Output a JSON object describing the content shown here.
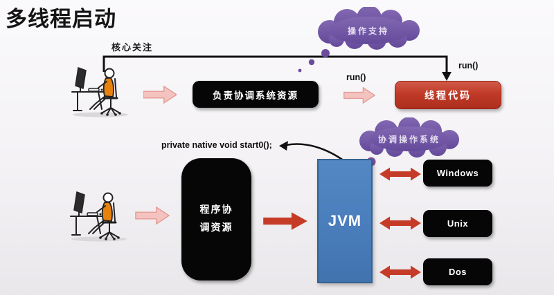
{
  "title": "多线程启动",
  "top_flow": {
    "focus_label": "核心关注",
    "cloud_label": "操作支持",
    "coordinator_box_label": "负责协调系统资源",
    "run_label_left": "run()",
    "run_label_right": "run()",
    "thread_code_box_label": "线程代码"
  },
  "bottom_flow": {
    "code_annotation": "private native void start0();",
    "cloud_label": "协调操作系统",
    "program_box_lines": [
      "程序协",
      "调资源"
    ],
    "jvm_label": "JVM",
    "os_boxes": [
      "Windows",
      "Unix",
      "Dos"
    ]
  },
  "colors": {
    "background_top": "#faf9fb",
    "background_bottom": "#e9e7ea",
    "black_box": "#060606",
    "red_box": "#c03a27",
    "jvm_blue": "#4a7ebc",
    "cloud_purple": "#7257a5",
    "pink_arrow": "#f5c3bf",
    "red_arrow": "#c63b27",
    "person_vest_orange": "#e8820e",
    "line_black": "#111111"
  }
}
